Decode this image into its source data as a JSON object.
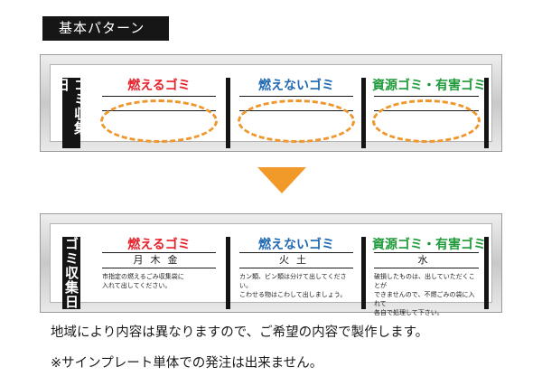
{
  "pattern_label": "基本パターン",
  "plate_header": "ゴミ収集日",
  "categories": [
    {
      "title": "燃えるゴミ",
      "color": "#e8202a"
    },
    {
      "title": "燃えないゴミ",
      "color": "#1f68b3"
    },
    {
      "title": "資源ゴミ・有害ゴミ",
      "color": "#1f9a3a"
    }
  ],
  "example": [
    {
      "days": "月木金",
      "description": "市指定の燃えるごみ収集袋に\n入れて出してください。"
    },
    {
      "days": "火土",
      "description": "カン類、ビン類は分けて出してください。\nこわせる物はこわして出しましょう。"
    },
    {
      "days": "水",
      "description": "破損したものは、出していただくことが\nできませんので、不燃ごみの袋に入れて\n各自で処理して下さい。"
    }
  ],
  "arrow_color": "#f19a2a",
  "captions": [
    "地域により内容は異なりますので、ご希望の内容で製作します。",
    "※サインプレート単体での発注は出来ません。"
  ]
}
